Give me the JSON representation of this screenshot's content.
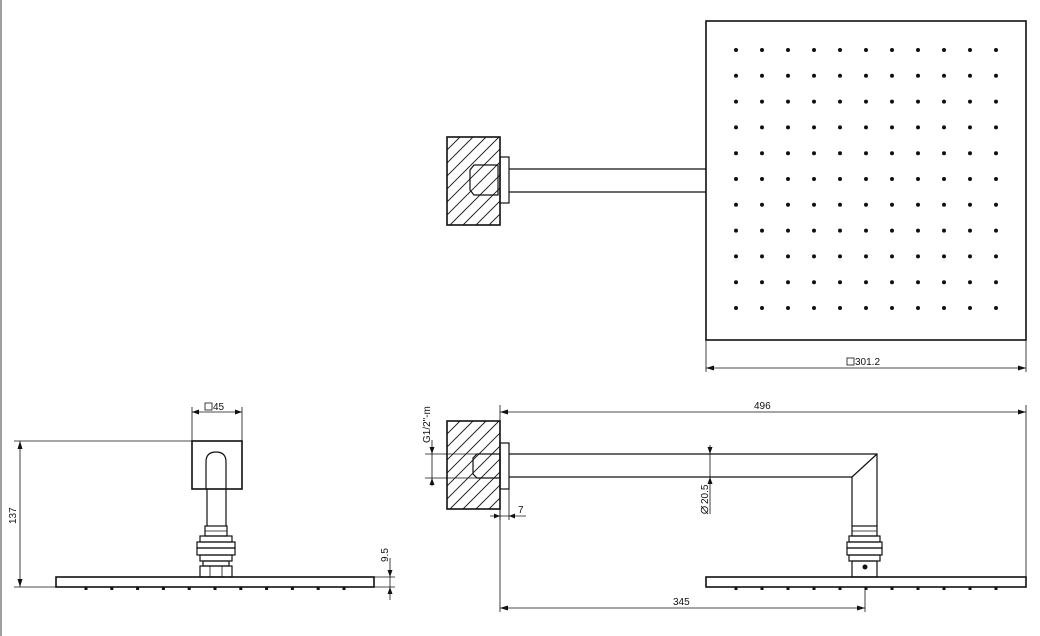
{
  "dimensions": {
    "head_size": "301.2",
    "mount_size": "45",
    "total_height": "137",
    "head_thickness": "9.5",
    "arm_length": "496",
    "thread": "G1/2\"-m",
    "arm_diameter": "20.5",
    "wall_offset": "7",
    "center_distance": "345"
  },
  "nozzle_grid": {
    "rows": 11,
    "cols": 11
  },
  "colors": {
    "line": "#111111",
    "background": "#ffffff"
  }
}
